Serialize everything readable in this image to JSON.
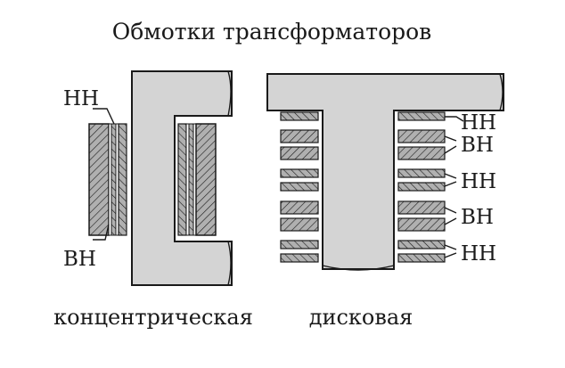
{
  "title": "Обмотки трансформаторов",
  "concentric": {
    "caption": "концентрическая",
    "label_top": "НН",
    "label_bottom": "ВН"
  },
  "disk": {
    "caption": "дисковая",
    "labels": [
      "НН",
      "ВН",
      "НН",
      "ВН",
      "НН"
    ]
  },
  "colors": {
    "steel": "#d4d4d4",
    "winding_fill": "#b0b0b0",
    "line": "#1a1a1a",
    "background": "#ffffff"
  }
}
